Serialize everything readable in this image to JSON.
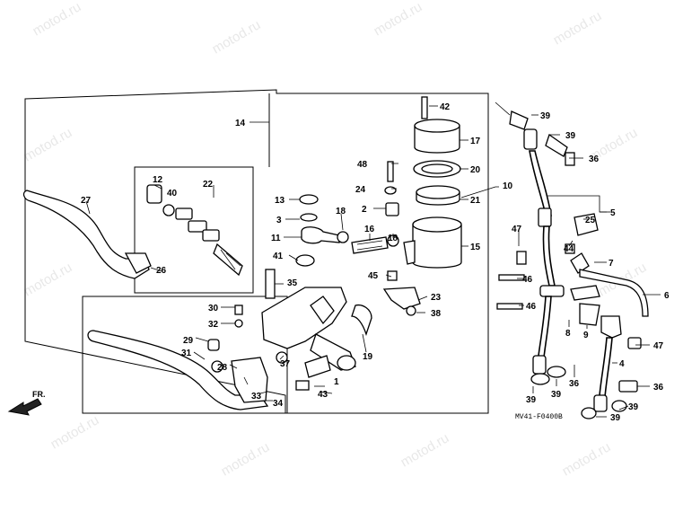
{
  "watermark": "motod.ru",
  "diagram_code": "MV41-F0400B",
  "direction_label": "FR.",
  "callouts": {
    "c1": "1",
    "c2": "2",
    "c3": "3",
    "c4": "4",
    "c5": "5",
    "c6": "6",
    "c7": "7",
    "c8": "8",
    "c9": "9",
    "c10": "10",
    "c11": "11",
    "c12": "12",
    "c13": "13",
    "c14": "14",
    "c15": "15",
    "c16": "16",
    "c17": "17",
    "c18a": "18",
    "c18b": "18",
    "c19": "19",
    "c20": "20",
    "c21": "21",
    "c22": "22",
    "c23": "23",
    "c24": "24",
    "c25": "25",
    "c26": "26",
    "c27": "27",
    "c28": "28",
    "c29": "29",
    "c30": "30",
    "c31": "31",
    "c32": "32",
    "c33": "33",
    "c34": "34",
    "c35": "35",
    "c36a": "36",
    "c36b": "36",
    "c36c": "36",
    "c37": "37",
    "c38": "38",
    "c39a": "39",
    "c39b": "39",
    "c39c": "39",
    "c39d": "39",
    "c39e": "39",
    "c39f": "39",
    "c40": "40",
    "c41": "41",
    "c42": "42",
    "c43": "43",
    "c44": "44",
    "c45": "45",
    "c46a": "46",
    "c46b": "46",
    "c47a": "47",
    "c47b": "47",
    "c48": "48"
  }
}
